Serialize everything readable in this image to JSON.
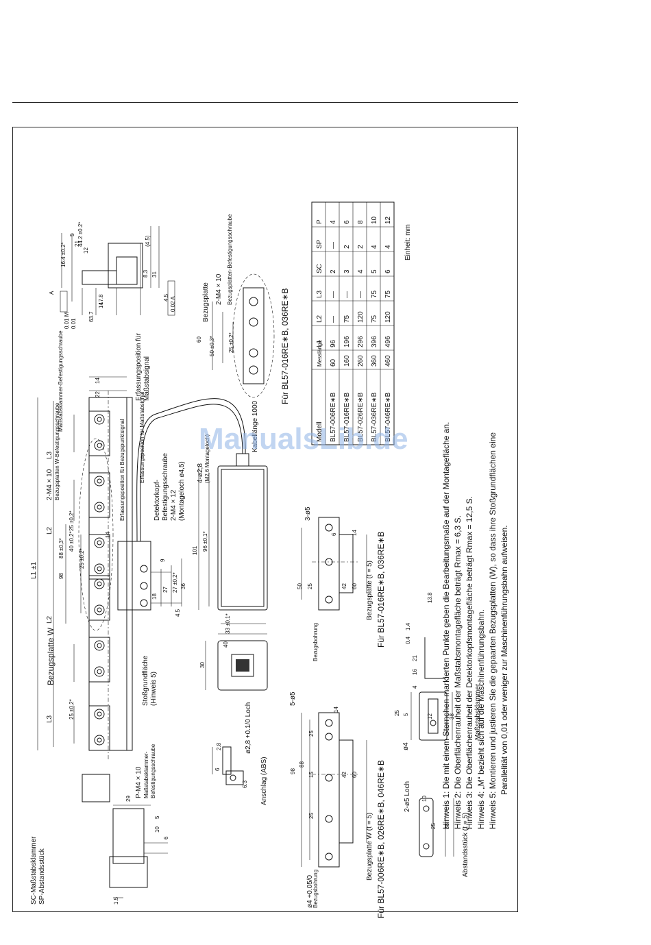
{
  "watermark": "ManualsLib.de",
  "labels": {
    "sc_clamp": "SC-Maßstabsklammer",
    "sp_spacer": "SP-Abstandsstück",
    "p_m4": "P-M4 × 10",
    "clamp_screw1": "Maßstabsklammer-",
    "clamp_screw2": "Befestigungsschraube",
    "ref_plate_w": "Bezugsplatte W",
    "stop_face": "Stoßgrundfläche",
    "note5_ref": "(Hinweis 5)",
    "m4x10_w": "2-M4 × 10",
    "m4x10_w_sub": "Bezugsplatten W-Befestigungsschraube",
    "clamp_screw_top": "Maßstabsklammer-Befestigungsschraube",
    "detect_pos_ref": "Erfassungsposition für Bezugspunktsignal",
    "detect_pos_ref2": "Erfassungsposition für Maßstabsignal",
    "detect_pos_scale": "Erfassungsposition für",
    "detect_pos_scale2": "Maßstabsignal",
    "head_screw1": "Detektorkopf-",
    "head_screw2": "Befestigungsschraube",
    "head_screw3": "2-M4 × 12",
    "head_screw4": "(Montageloch ø4,5)",
    "m28": "4-ø2,8",
    "m28_sub": "(M2,6 Montageloch)",
    "cable": "Kabellänge 1000",
    "ref_plate": "Bezugsplatte",
    "ref_plate_m4": "2-M4 × 10",
    "ref_plate_screw": "Bezugsplatten-Befestigungsschraube",
    "for_016_036": "Für BL57-016RE∗B, 036RE∗B",
    "for_016_036_b": "Für BL57-016RE∗B, 036RE∗B",
    "ref_plate_t5": "Bezugsplatte (t = 5)",
    "ref_plate_w_t5": "Bezugsplatte W (t = 5)",
    "for_006_026_046": "Für BL57-006RE∗B, 026RE∗B, 046RE∗B",
    "bore": "Bezugsbohrung",
    "bore2": "Bezugsbohrung",
    "phi4": "ø4 +0.05/0",
    "holes5": "5-ø5",
    "holes3": "3-ø5",
    "stop_abs": "Anschlag (ABS)",
    "hole28": "ø2,8 +0.1/0  Loch",
    "spacer_t5": "Abstandsstück (t = 5)",
    "holes2": "2-ø5  Loch",
    "clamp_label": "Maßstabsklammer",
    "phi4_b": "ø4",
    "tol1": "0.01 M",
    "tol2": "0.01",
    "tol3": "0.02 A",
    "datum_a": "A",
    "l1": "L1 ±1",
    "l2": "L2",
    "l3": "L3",
    "unit": "Einheit: mm"
  },
  "dimensions": [
    "29",
    "5",
    "10",
    "6",
    "1.5",
    "98",
    "88 ±0,3*",
    "40 ±0,2*",
    "25 ±0,2*",
    "25 ±0,2*",
    "25 ±0,2*",
    "101",
    "96 ±0,1*",
    "33 ±0,1*",
    "40",
    "30",
    "27",
    "27 ±0,2*",
    "36",
    "18",
    "4.5",
    "9",
    "14",
    "22",
    "14",
    "63.7",
    "17.8",
    "14",
    "44.2 ±0.2*",
    "16.4 ±0.2*",
    "8.3",
    "31",
    "4.5",
    "(4.5)",
    "12",
    "21",
    "5",
    "60",
    "50 ±0,3*",
    "25 ±0,2*",
    "50",
    "25",
    "42",
    "60",
    "14",
    "6",
    "98",
    "88",
    "15",
    "25",
    "25",
    "42",
    "60",
    "14",
    "2.8",
    "6",
    "6.3",
    "10",
    "25",
    "38",
    "25",
    "5",
    "12",
    "38",
    "4",
    "16",
    "21",
    "0.4",
    "1.4",
    "13.8"
  ],
  "table": {
    "headers": [
      "Modell",
      "Messlänge",
      "L1",
      "L2",
      "L3",
      "SC",
      "SP",
      "P"
    ],
    "rows": [
      [
        "BL57-006RE∗B",
        "60",
        "96",
        "—",
        "—",
        "2",
        "—",
        "4"
      ],
      [
        "BL57-016RE∗B",
        "160",
        "196",
        "75",
        "—",
        "3",
        "2",
        "6"
      ],
      [
        "BL57-026RE∗B",
        "260",
        "296",
        "120",
        "—",
        "4",
        "2",
        "8"
      ],
      [
        "BL57-036RE∗B",
        "360",
        "396",
        "75",
        "75",
        "5",
        "4",
        "10"
      ],
      [
        "BL57-046RE∗B",
        "460",
        "496",
        "120",
        "75",
        "6",
        "4",
        "12"
      ]
    ]
  },
  "notes": [
    "Hinweis 1: Die mit einem Sternchen markierten Punkte geben die Bearbeitungsmaße auf der Montagefläche an.",
    "Hinweis 2: Die Oberflächenrauheit der Maßstabsmontagefläche beträgt Rmax = 6,3 S.",
    "Hinweis 3: Die Oberflächenrauheit der Detektorkopfsmontagefläche beträgt Rmax = 12,5 S.",
    "Hinweis 4: „M“ bezieht sich auf die Maschinenführungsbahn.",
    "Hinweis 5: Montieren und justieren Sie die gepaarten Bezugsplatten (W), so dass ihre Stoßgrundflächen eine",
    "Parallelität von 0,01 oder weniger zur Maschinenführungsbahn aufweisen."
  ]
}
